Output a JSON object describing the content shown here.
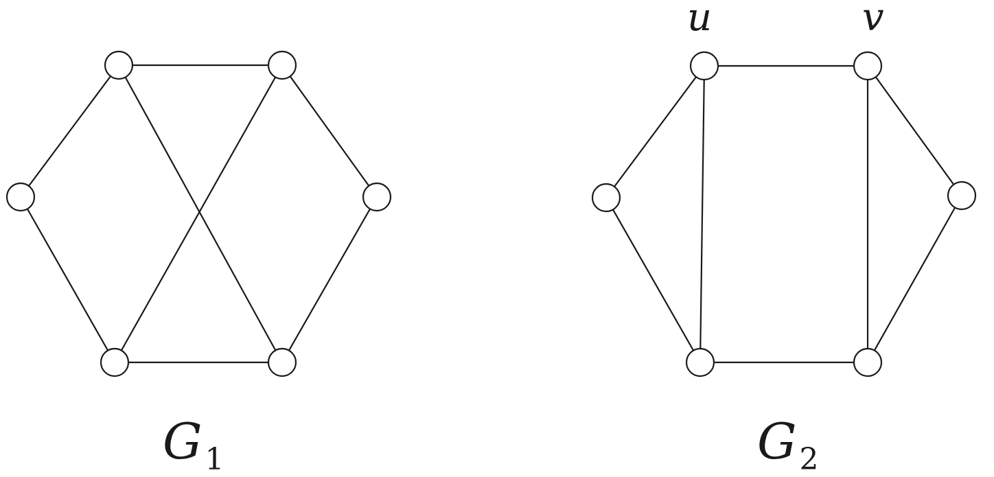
{
  "graphs": [
    {
      "id": "g1",
      "name": "G",
      "subscript": "1",
      "nodes": [
        {
          "id": "a",
          "label": ""
        },
        {
          "id": "b",
          "label": ""
        },
        {
          "id": "c",
          "label": ""
        },
        {
          "id": "d",
          "label": ""
        },
        {
          "id": "e",
          "label": ""
        },
        {
          "id": "f",
          "label": ""
        }
      ],
      "edges": [
        [
          "a",
          "b"
        ],
        [
          "a",
          "c"
        ],
        [
          "a",
          "f"
        ],
        [
          "b",
          "d"
        ],
        [
          "b",
          "e"
        ],
        [
          "c",
          "e"
        ],
        [
          "d",
          "f"
        ],
        [
          "e",
          "f"
        ]
      ]
    },
    {
      "id": "g2",
      "name": "G",
      "subscript": "2",
      "nodes": [
        {
          "id": "u",
          "label": "u"
        },
        {
          "id": "v",
          "label": "v"
        },
        {
          "id": "l",
          "label": ""
        },
        {
          "id": "r",
          "label": ""
        },
        {
          "id": "bl",
          "label": ""
        },
        {
          "id": "br",
          "label": ""
        }
      ],
      "edges": [
        [
          "u",
          "v"
        ],
        [
          "u",
          "l"
        ],
        [
          "u",
          "bl"
        ],
        [
          "v",
          "r"
        ],
        [
          "v",
          "br"
        ],
        [
          "l",
          "bl"
        ],
        [
          "r",
          "br"
        ],
        [
          "bl",
          "br"
        ]
      ]
    }
  ]
}
